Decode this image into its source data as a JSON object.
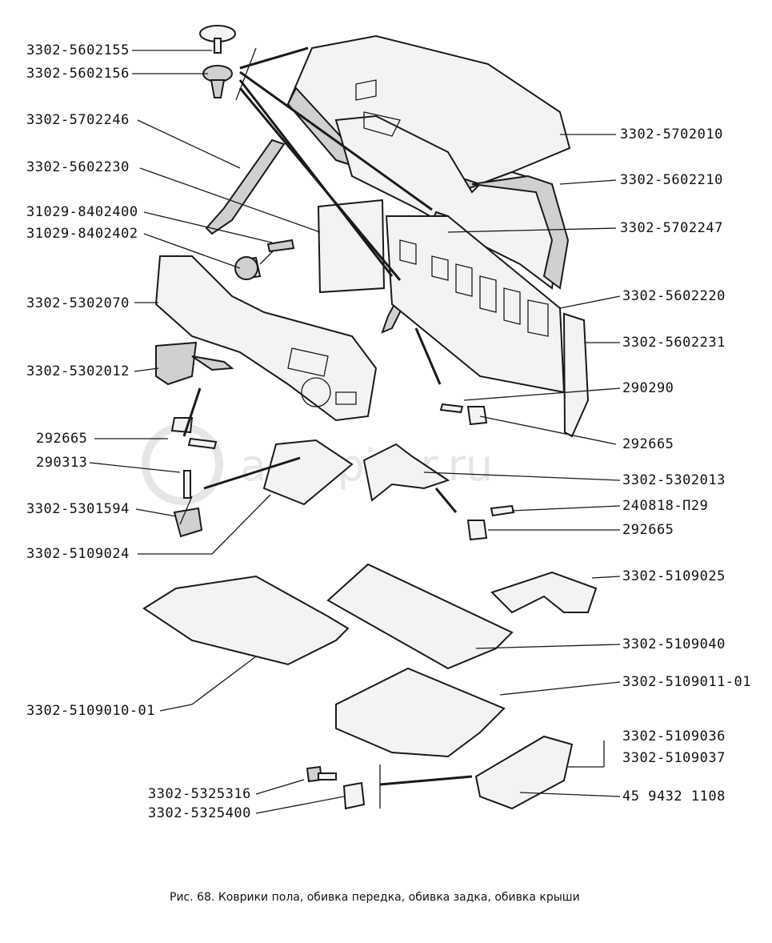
{
  "watermark": "autopiter.ru",
  "caption": "Рис.  68. Коврики пола, обивка передка, обивка задка, обивка крыши",
  "labels_left": [
    "3302-5602155",
    "3302-5602156",
    "3302-5702246",
    "3302-5602230",
    "31029-8402400",
    "31029-8402402",
    "3302-5302070",
    "3302-5302012",
    "292665",
    "290313",
    "3302-5301594",
    "3302-5109024",
    "3302-5109010-01",
    "3302-5325316",
    "3302-5325400"
  ],
  "labels_right": [
    "3302-5702010",
    "3302-5602210",
    "3302-5702247",
    "3302-5602220",
    "3302-5602231",
    "290290",
    "292665",
    "3302-5302013",
    "240818-П29",
    "292665",
    "3302-5109025",
    "3302-5109040",
    "3302-5109011-01",
    "3302-5109036",
    "3302-5109037",
    "45 9432 1108"
  ]
}
